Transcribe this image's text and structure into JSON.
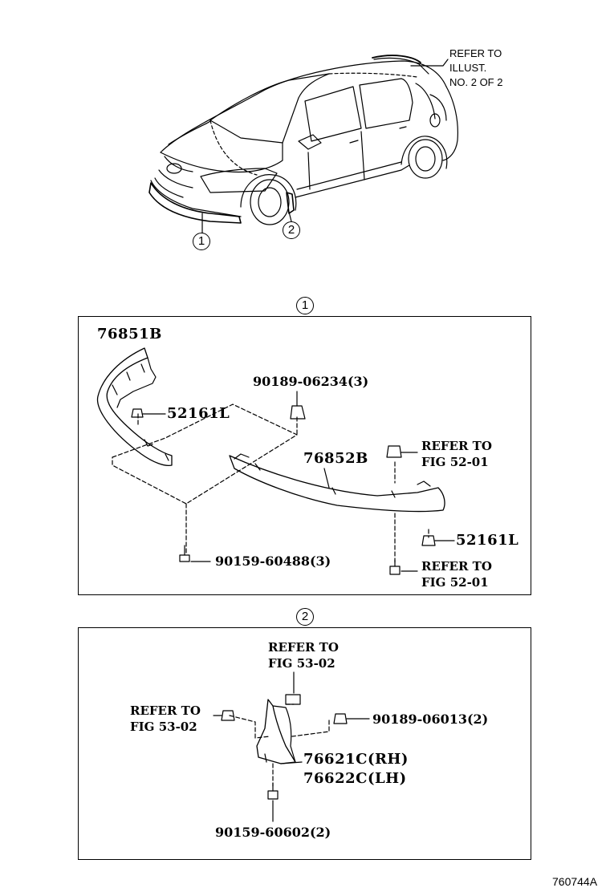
{
  "overview": {
    "note_line1": "REFER TO",
    "note_line2": "ILLUST.",
    "note_line3": "NO. 2 OF 2",
    "callout_1": "1",
    "callout_2": "2"
  },
  "section1": {
    "label": "1",
    "parts": {
      "p76851b": "76851B",
      "p52161l_a": "52161L",
      "p90189_06234": "90189-06234(3)",
      "p76852b": "76852B",
      "ref_a_line1": "REFER TO",
      "ref_a_line2": "FIG 52-01",
      "p52161l_b": "52161L",
      "p90159_60488": "90159-60488(3)",
      "ref_b_line1": "REFER TO",
      "ref_b_line2": "FIG 52-01"
    }
  },
  "section2": {
    "label": "2",
    "parts": {
      "ref_top_line1": "REFER TO",
      "ref_top_line2": "FIG 53-02",
      "ref_left_line1": "REFER TO",
      "ref_left_line2": "FIG 53-02",
      "p90189_06013": "90189-06013(2)",
      "p76621c": "76621C(RH)",
      "p76622c": "76622C(LH)",
      "p90159_60602": "90159-60602(2)"
    }
  },
  "footer": {
    "illustration_id": "760744A"
  }
}
